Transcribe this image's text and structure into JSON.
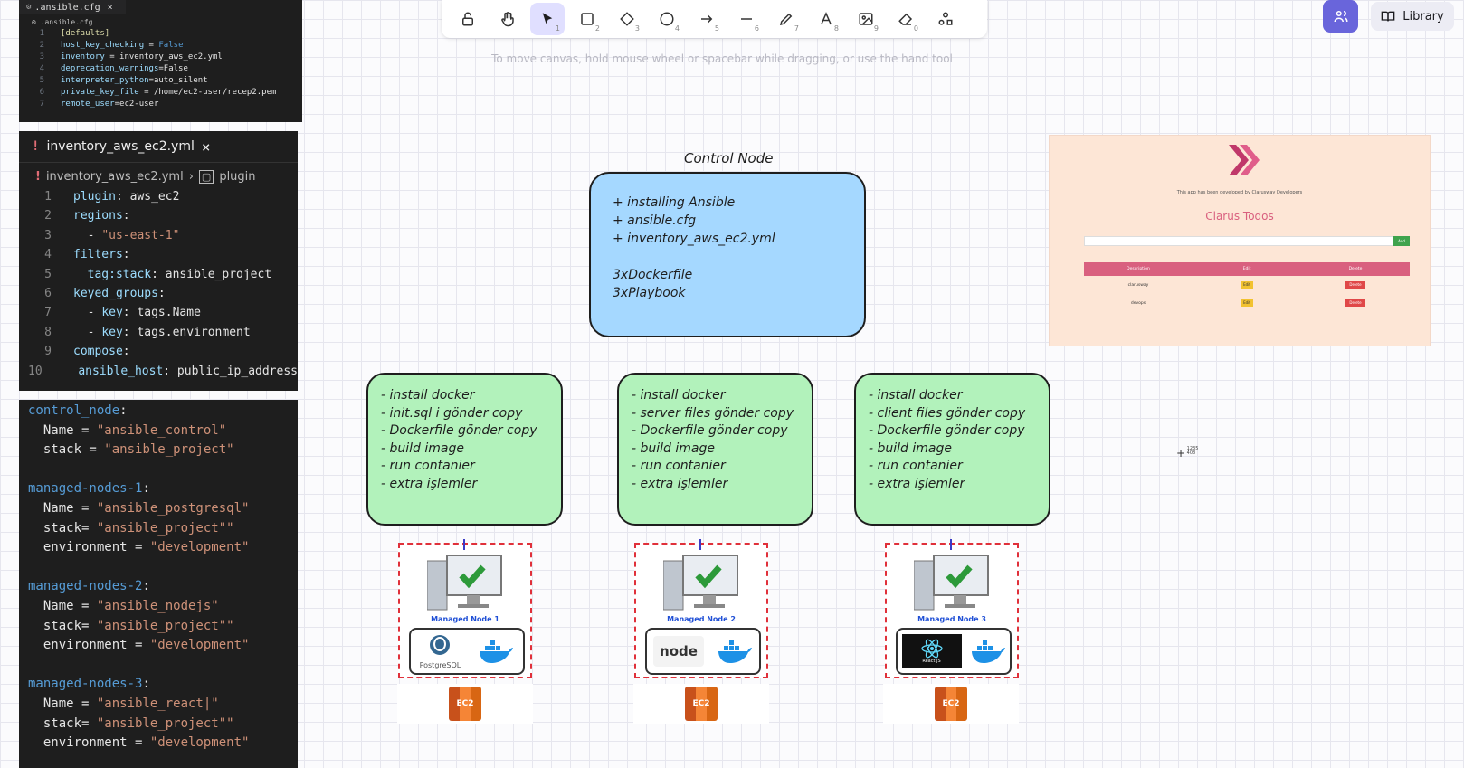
{
  "cfg_panel": {
    "tab": ".ansible.cfg",
    "crumb": ".ansible.cfg",
    "lines": [
      {
        "n": "1",
        "parts": [
          [
            "br",
            "[defaults]"
          ]
        ]
      },
      {
        "n": "2",
        "parts": [
          [
            "k",
            "host_key_checking"
          ],
          [
            "w",
            " = "
          ],
          [
            "kw",
            "False"
          ]
        ]
      },
      {
        "n": "3",
        "parts": [
          [
            "k",
            "inventory"
          ],
          [
            "w",
            " = inventory_aws_ec2.yml"
          ]
        ]
      },
      {
        "n": "4",
        "parts": [
          [
            "k",
            "deprecation_warnings"
          ],
          [
            "w",
            "=False"
          ]
        ]
      },
      {
        "n": "5",
        "parts": [
          [
            "k",
            "interpreter_python"
          ],
          [
            "w",
            "=auto_silent"
          ]
        ]
      },
      {
        "n": "6",
        "parts": [
          [
            "k",
            "private_key_file"
          ],
          [
            "w",
            " = /home/ec2-user/recep2.pem"
          ]
        ]
      },
      {
        "n": "7",
        "parts": [
          [
            "k",
            "remote_user"
          ],
          [
            "w",
            "=ec2-user"
          ]
        ]
      }
    ]
  },
  "inventory_panel": {
    "tab": "inventory_aws_ec2.yml",
    "crumb_file": "inventory_aws_ec2.yml",
    "crumb_section": "plugin",
    "lines": [
      {
        "n": "1",
        "parts": [
          [
            "k",
            "plugin"
          ],
          [
            "w",
            ": aws_ec2"
          ]
        ]
      },
      {
        "n": "2",
        "parts": [
          [
            "k",
            "regions"
          ],
          [
            "w",
            ":"
          ]
        ]
      },
      {
        "n": "3",
        "parts": [
          [
            "w",
            "  - "
          ],
          [
            "v",
            "\"us-east-1\""
          ]
        ]
      },
      {
        "n": "4",
        "parts": [
          [
            "k",
            "filters"
          ],
          [
            "w",
            ":"
          ]
        ]
      },
      {
        "n": "5",
        "parts": [
          [
            "w",
            "  "
          ],
          [
            "k",
            "tag:stack"
          ],
          [
            "w",
            ": ansible_project"
          ]
        ]
      },
      {
        "n": "6",
        "parts": [
          [
            "k",
            "keyed_groups"
          ],
          [
            "w",
            ":"
          ]
        ]
      },
      {
        "n": "7",
        "parts": [
          [
            "w",
            "  - "
          ],
          [
            "k",
            "key"
          ],
          [
            "w",
            ": tags.Name"
          ]
        ]
      },
      {
        "n": "8",
        "parts": [
          [
            "w",
            "  - "
          ],
          [
            "k",
            "key"
          ],
          [
            "w",
            ": tags.environment"
          ]
        ]
      },
      {
        "n": "9",
        "parts": [
          [
            "k",
            "compose"
          ],
          [
            "w",
            ":"
          ]
        ]
      },
      {
        "n": "10",
        "parts": [
          [
            "w",
            "  "
          ],
          [
            "k",
            "ansible_host"
          ],
          [
            "w",
            ": public_ip_address"
          ]
        ]
      }
    ]
  },
  "vars_panel": {
    "lines": [
      [
        [
          "kw",
          "control_node"
        ],
        [
          "w",
          ":"
        ]
      ],
      [
        [
          "w",
          "  Name = "
        ],
        [
          "v",
          "\"ansible_control\""
        ]
      ],
      [
        [
          "w",
          "  stack = "
        ],
        [
          "v",
          "\"ansible_project\""
        ]
      ],
      [],
      [
        [
          "kw",
          "managed-nodes-1"
        ],
        [
          "w",
          ":"
        ]
      ],
      [
        [
          "w",
          "  Name = "
        ],
        [
          "v",
          "\"ansible_postgresql\""
        ]
      ],
      [
        [
          "w",
          "  stack= "
        ],
        [
          "v",
          "\"ansible_project\"\""
        ]
      ],
      [
        [
          "w",
          "  environment = "
        ],
        [
          "v",
          "\"development\""
        ]
      ],
      [],
      [
        [
          "kw",
          "managed-nodes-2"
        ],
        [
          "w",
          ":"
        ]
      ],
      [
        [
          "w",
          "  Name = "
        ],
        [
          "v",
          "\"ansible_nodejs\""
        ]
      ],
      [
        [
          "w",
          "  stack= "
        ],
        [
          "v",
          "\"ansible_project\"\""
        ]
      ],
      [
        [
          "w",
          "  environment = "
        ],
        [
          "v",
          "\"development\""
        ]
      ],
      [],
      [
        [
          "kw",
          "managed-nodes-3"
        ],
        [
          "w",
          ":"
        ]
      ],
      [
        [
          "w",
          "  Name = "
        ],
        [
          "v",
          "\"ansible_react|\""
        ]
      ],
      [
        [
          "w",
          "  stack= "
        ],
        [
          "v",
          "\"ansible_project\"\""
        ]
      ],
      [
        [
          "w",
          "  environment = "
        ],
        [
          "v",
          "\"development\""
        ]
      ]
    ]
  },
  "toolbar": {
    "tools": [
      {
        "name": "lock-tool",
        "icon": "lock-icon",
        "num": ""
      },
      {
        "name": "hand-tool",
        "icon": "hand-icon",
        "num": ""
      },
      {
        "name": "selection-tool",
        "icon": "pointer-icon",
        "num": "1",
        "active": true
      },
      {
        "name": "rectangle-tool",
        "icon": "rectangle-icon",
        "num": "2"
      },
      {
        "name": "diamond-tool",
        "icon": "diamond-icon",
        "num": "3"
      },
      {
        "name": "ellipse-tool",
        "icon": "ellipse-icon",
        "num": "4"
      },
      {
        "name": "arrow-tool",
        "icon": "arrow-icon",
        "num": "5"
      },
      {
        "name": "line-tool",
        "icon": "line-icon",
        "num": "6"
      },
      {
        "name": "draw-tool",
        "icon": "pencil-icon",
        "num": "7"
      },
      {
        "name": "text-tool",
        "icon": "text-icon",
        "num": "8"
      },
      {
        "name": "image-tool",
        "icon": "image-icon",
        "num": "9"
      },
      {
        "name": "eraser-tool",
        "icon": "eraser-icon",
        "num": "0"
      },
      {
        "name": "extra-tools",
        "icon": "shapes-icon",
        "num": ""
      }
    ]
  },
  "header": {
    "library_label": "Library",
    "hint": "To move canvas, hold mouse wheel or spacebar while dragging, or use the hand tool"
  },
  "diagram": {
    "control_title": "Control Node",
    "control_lines": [
      "+ installing Ansible",
      "+ ansible.cfg",
      "+ inventory_aws_ec2.yml",
      "",
      "3xDockerfile",
      "3xPlaybook"
    ],
    "boxes": [
      [
        "- install docker",
        "- init.sql i gönder copy",
        "- Dockerfile gönder copy",
        "- build image",
        "- run contanier",
        "- extra işlemler"
      ],
      [
        "- install docker",
        "- server files gönder copy",
        "- Dockerfile gönder copy",
        "- build image",
        "- run contanier",
        "- extra işlemler"
      ],
      [
        "- install docker",
        "- client files gönder copy",
        "- Dockerfile gönder copy",
        "- build image",
        "- run contanier",
        "- extra işlemler"
      ]
    ],
    "nodes": [
      {
        "label": "Managed Node 1",
        "tech": "PostgreSQL"
      },
      {
        "label": "Managed Node 2",
        "tech": "node"
      },
      {
        "label": "Managed Node 3",
        "tech": "React JS"
      }
    ],
    "ec2_label": "EC2"
  },
  "app_preview": {
    "dev_text": "This app has been developed by Clarusway Developers",
    "title": "Clarus Todos",
    "add_label": "Add",
    "columns": [
      "Description",
      "Edit",
      "Delete"
    ],
    "rows": [
      {
        "description": "clarusway",
        "edit": "Edit",
        "delete": "Delete"
      },
      {
        "description": "devops",
        "edit": "Edit",
        "delete": "Delete"
      }
    ]
  },
  "cursor_text": "1235\n408",
  "colors": {
    "accent": "#6965db",
    "control_fill": "#a5d8ff",
    "worker_fill": "#b2f2bb",
    "node_border": "#e0303a"
  }
}
